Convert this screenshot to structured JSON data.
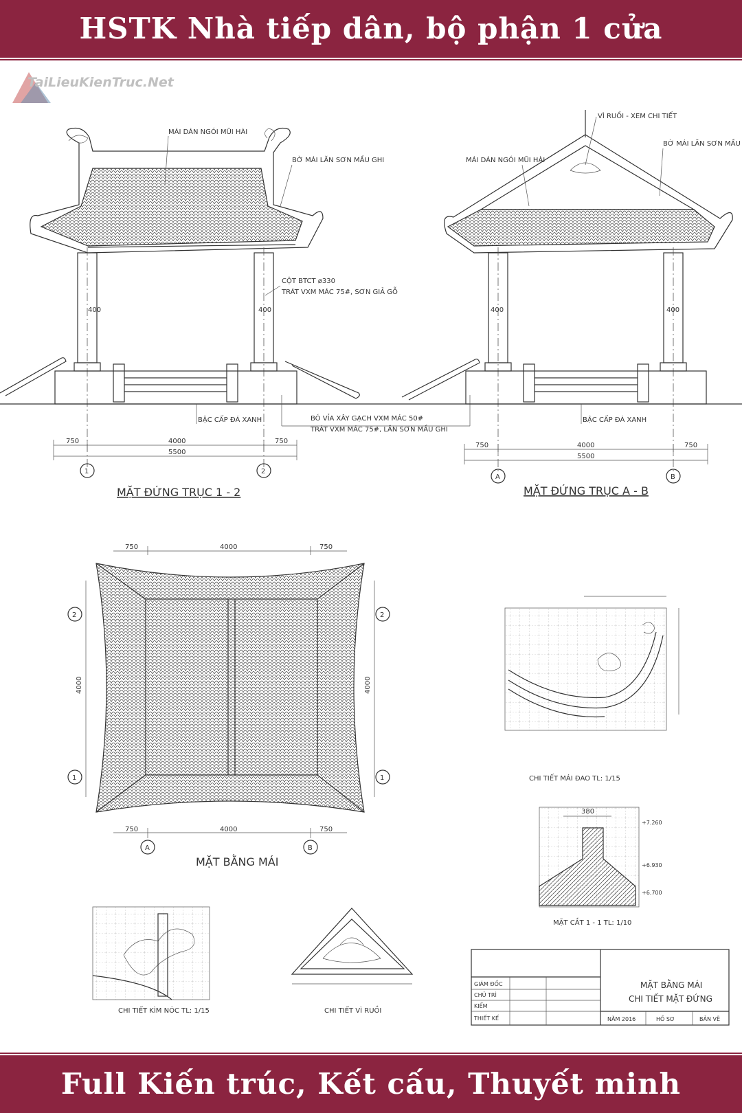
{
  "header": {
    "title": "HSTK Nhà tiếp dân, bộ phận 1 cửa"
  },
  "footer": {
    "text": "Full Kiến trúc, Kết cấu, Thuyết minh"
  },
  "watermark": {
    "text": "TaiLieuKienTruc.Net"
  },
  "elevation_12": {
    "title": "MẶT ĐỨNG TRỤC 1 - 2",
    "label_roof": "MÁI DÁN NGÓI MŨI HÀI",
    "label_ridge": "BỜ MÁI LĂN SƠN MẦU GHI",
    "label_column_1": "CỘT BTCT ø330",
    "label_column_2": "TRÁT VXM MÁC 75#, SƠN GIẢ GỖ",
    "label_steps": "BẬC CẤP ĐÁ XANH",
    "label_curb_1": "BÓ VỈA XÂY GẠCH VXM MÁC 50#",
    "label_curb_2": "TRÁT VXM MÁC 75#, LĂN SƠN MẦU GHI",
    "col_width": "400",
    "dim_left": "750",
    "dim_mid": "4000",
    "dim_right": "750",
    "dim_total": "5500",
    "axis_left": "1",
    "axis_right": "2"
  },
  "elevation_ab": {
    "title": "MẶT ĐỨNG TRỤC A - B",
    "label_gable": "VÌ RUỒI - XEM CHI TIẾT",
    "label_roof": "MÁI DÁN NGÓI MŨI HÀI",
    "label_ridge": "BỜ MÁI LĂN SƠN MẦU GHI",
    "label_steps": "BẬC CẤP ĐÁ XANH",
    "col_width": "400",
    "dim_left": "750",
    "dim_mid": "4000",
    "dim_right": "750",
    "dim_total": "5500",
    "axis_left": "A",
    "axis_right": "B"
  },
  "roof_plan": {
    "title": "MẶT BẰNG MÁI",
    "dim_edge": "750",
    "dim_mid": "4000",
    "axis_a": "A",
    "axis_b": "B",
    "axis_1": "1",
    "axis_2": "2"
  },
  "detail_eave": {
    "title": "CHI TIẾT MÁI ĐAO TL: 1/15"
  },
  "detail_section": {
    "title": "MẶT CẮT 1 - 1 TL: 1/10",
    "level_1": "+7.260",
    "level_2": "+6.930",
    "level_3": "+6.700",
    "dim": "380"
  },
  "detail_ridge": {
    "title": "CHI TIẾT KÌM NÓC TL: 1/15"
  },
  "detail_gable": {
    "title": "CHI TIẾT VÌ RUỒI"
  },
  "title_block": {
    "roles": [
      "GIÁM ĐỐC",
      "CHỦ TRÌ",
      "KIỂM",
      "THIẾT KẾ"
    ],
    "sheet_title_1": "MẶT BẰNG MÁI",
    "sheet_title_2": "CHI TIẾT MẶT ĐỨNG",
    "year": "NĂM 2016",
    "file": "HỒ SƠ",
    "sheet": "BẢN VẼ"
  }
}
